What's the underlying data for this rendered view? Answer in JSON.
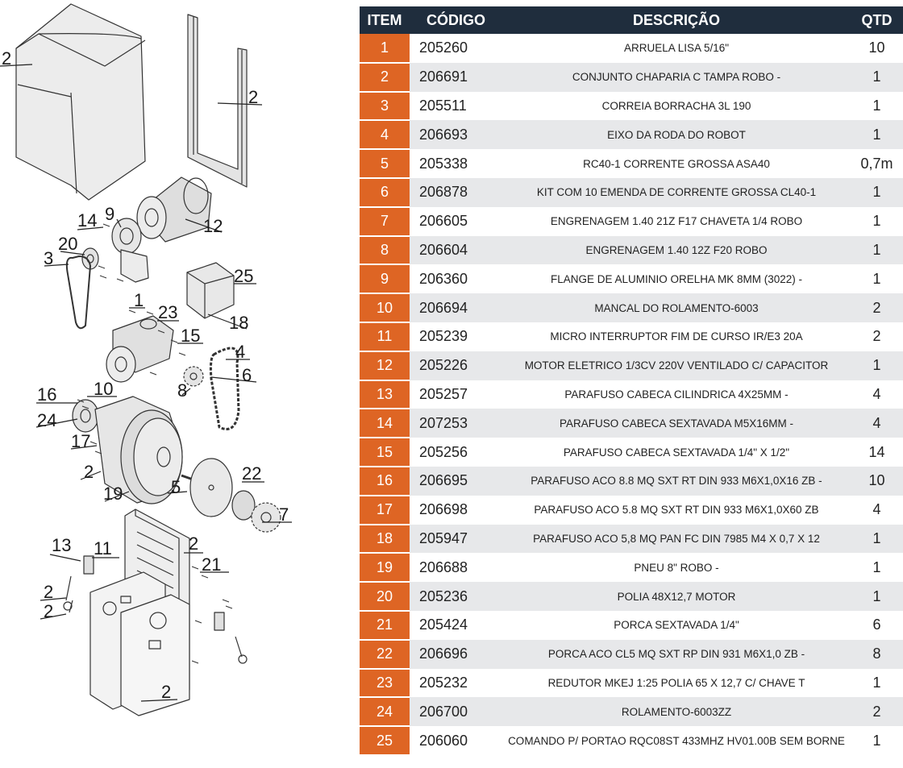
{
  "table": {
    "headers": {
      "item": "ITEM",
      "code": "CÓDIGO",
      "description": "DESCRIÇÃO",
      "qty": "QTD"
    },
    "rows": [
      {
        "item": "1",
        "code": "205260",
        "description": "ARRUELA LISA 5/16\"",
        "qty": "10"
      },
      {
        "item": "2",
        "code": "206691",
        "description": "CONJUNTO CHAPARIA C TAMPA ROBO -",
        "qty": "1"
      },
      {
        "item": "3",
        "code": "205511",
        "description": "CORREIA BORRACHA 3L 190",
        "qty": "1"
      },
      {
        "item": "4",
        "code": "206693",
        "description": "EIXO DA RODA DO ROBOT",
        "qty": "1"
      },
      {
        "item": "5",
        "code": "205338",
        "description": "RC40-1 CORRENTE GROSSA ASA40",
        "qty": "0,7m"
      },
      {
        "item": "6",
        "code": "206878",
        "description": "KIT COM 10 EMENDA DE CORRENTE GROSSA CL40-1",
        "qty": "1"
      },
      {
        "item": "7",
        "code": "206605",
        "description": "ENGRENAGEM 1.40 21Z  F17 CHAVETA 1/4 ROBO",
        "qty": "1"
      },
      {
        "item": "8",
        "code": "206604",
        "description": "ENGRENAGEM 1.40 12Z F20 ROBO",
        "qty": "1"
      },
      {
        "item": "9",
        "code": "206360",
        "description": "FLANGE DE ALUMINIO ORELHA MK 8MM (3022) -",
        "qty": "1"
      },
      {
        "item": "10",
        "code": "206694",
        "description": "MANCAL DO ROLAMENTO-6003",
        "qty": "2"
      },
      {
        "item": "11",
        "code": "205239",
        "description": "MICRO INTERRUPTOR FIM DE CURSO IR/E3 20A",
        "qty": "2"
      },
      {
        "item": "12",
        "code": "205226",
        "description": "MOTOR ELETRICO 1/3CV 220V VENTILADO C/ CAPACITOR",
        "qty": "1"
      },
      {
        "item": "13",
        "code": "205257",
        "description": "PARAFUSO CABECA CILINDRICA 4X25MM -",
        "qty": "4"
      },
      {
        "item": "14",
        "code": "207253",
        "description": "PARAFUSO CABECA SEXTAVADA M5X16MM -",
        "qty": "4"
      },
      {
        "item": "15",
        "code": "205256",
        "description": "PARAFUSO CABECA SEXTAVADA 1/4\" X 1/2\"",
        "qty": "14"
      },
      {
        "item": "16",
        "code": "206695",
        "description": "PARAFUSO ACO 8.8 MQ SXT RT DIN 933 M6X1,0X16 ZB -",
        "qty": "10"
      },
      {
        "item": "17",
        "code": "206698",
        "description": "PARAFUSO ACO 5.8 MQ SXT RT DIN 933 M6X1,0X60 ZB",
        "qty": "4"
      },
      {
        "item": "18",
        "code": "205947",
        "description": "PARAFUSO ACO 5,8 MQ PAN FC DIN 7985 M4  X 0,7 X 12",
        "qty": "1"
      },
      {
        "item": "19",
        "code": "206688",
        "description": "PNEU 8\" ROBO -",
        "qty": "1"
      },
      {
        "item": "20",
        "code": "205236",
        "description": "POLIA 48X12,7 MOTOR",
        "qty": "1"
      },
      {
        "item": "21",
        "code": "205424",
        "description": "PORCA SEXTAVADA 1/4\"",
        "qty": "6"
      },
      {
        "item": "22",
        "code": "206696",
        "description": "PORCA ACO CL5 MQ SXT RP DIN 931 M6X1,0 ZB -",
        "qty": "8"
      },
      {
        "item": "23",
        "code": "205232",
        "description": "REDUTOR MKEJ 1:25 POLIA 65 X 12,7 C/ CHAVE T",
        "qty": "1"
      },
      {
        "item": "24",
        "code": "206700",
        "description": "ROLAMENTO-6003ZZ",
        "qty": "2"
      },
      {
        "item": "25",
        "code": "206060",
        "description": "COMANDO P/ PORTAO RQC08ST 433MHZ HV01.00B SEM BORNE",
        "qty": "1"
      }
    ]
  },
  "diagram": {
    "callouts": [
      "2",
      "2",
      "9",
      "14",
      "12",
      "20",
      "3",
      "25",
      "1",
      "23",
      "18",
      "15",
      "4",
      "6",
      "8",
      "16",
      "10",
      "24",
      "17",
      "2",
      "22",
      "5",
      "19",
      "7",
      "13",
      "11",
      "2",
      "21",
      "2",
      "2",
      "2"
    ]
  },
  "colors": {
    "header_bg": "#1f2d3d",
    "item_bg": "#de6524",
    "stripe_bg": "#e7e8ea"
  }
}
